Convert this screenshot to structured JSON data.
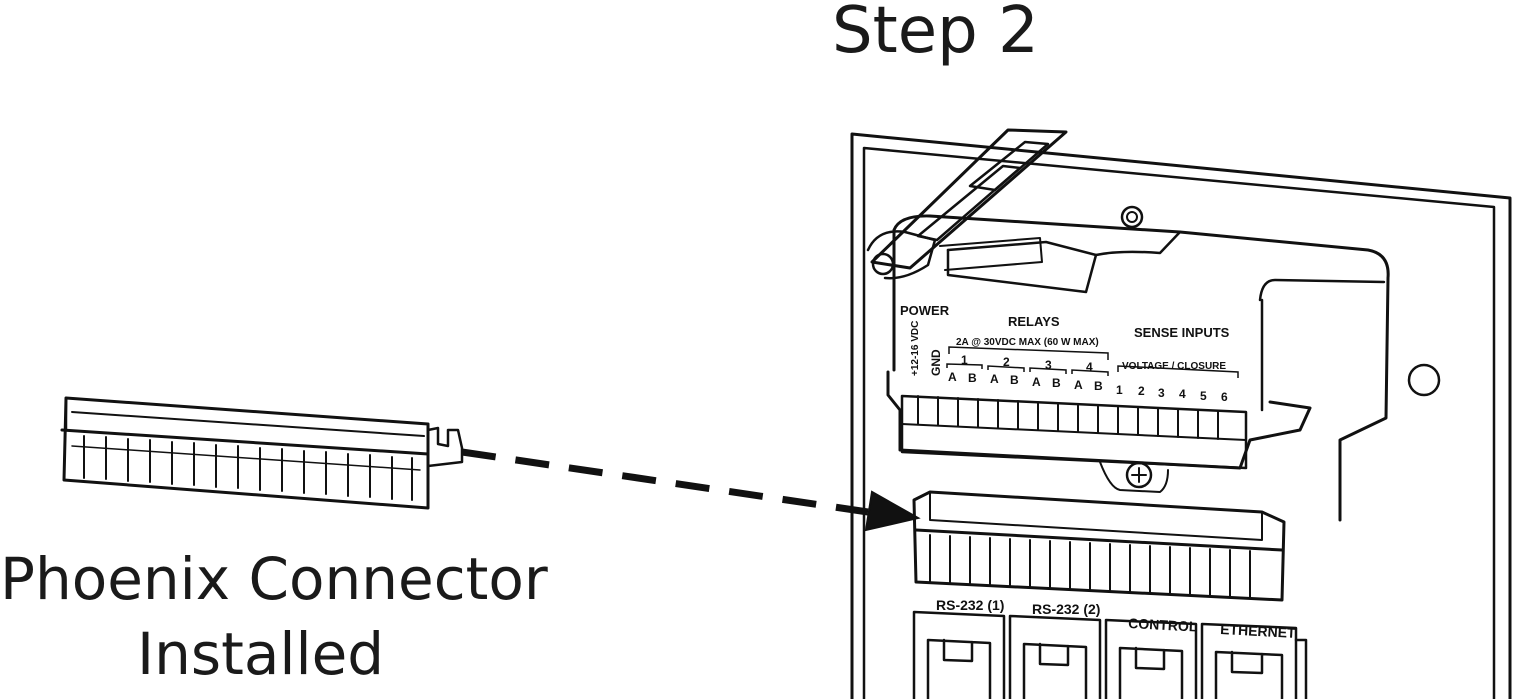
{
  "title": "Step 2",
  "caption": {
    "line1": "Phoenix Connector",
    "line2": "Installed"
  },
  "labels": {
    "power": "POWER",
    "vdc": "+12-16 VDC",
    "gnd": "GND",
    "relays": "RELAYS",
    "relay_rating": "2A @ 30VDC MAX (60 W MAX)",
    "sense_inputs": "SENSE INPUTS",
    "voltage_closure": "VOLTAGE / CLOSURE",
    "relay_numbers": [
      "1",
      "2",
      "3",
      "4"
    ],
    "relay_pins": [
      "A",
      "B",
      "A",
      "B",
      "A",
      "B",
      "A",
      "B"
    ],
    "sense_numbers": [
      "1",
      "2",
      "3",
      "4",
      "5",
      "6"
    ],
    "ports": [
      "RS-232 (1)",
      "RS-232 (2)",
      "CONTROL",
      "ETHERNET"
    ]
  },
  "colors": {
    "line": "#111111",
    "background": "#ffffff"
  }
}
